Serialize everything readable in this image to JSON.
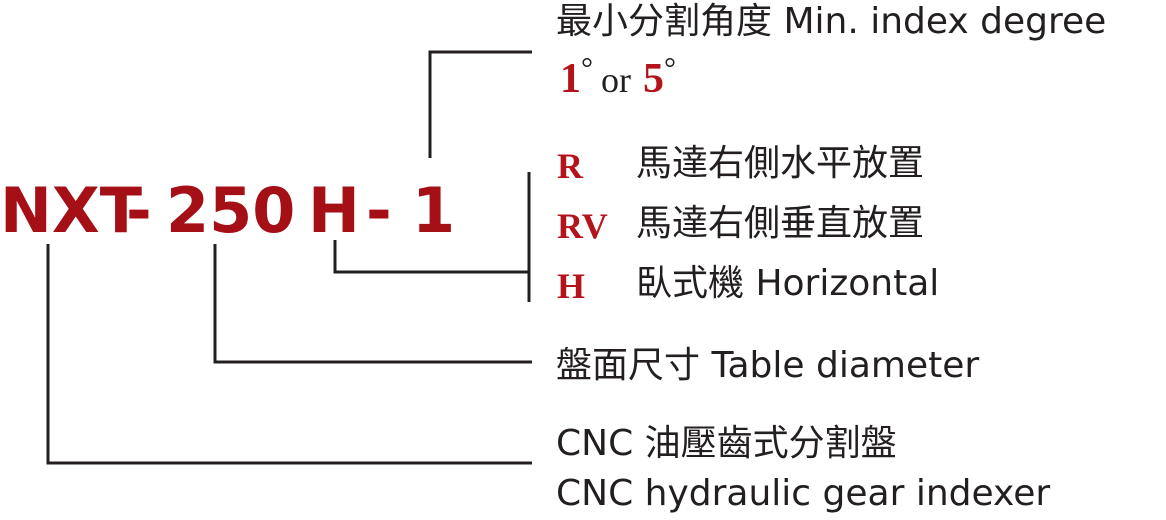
{
  "model": {
    "prefix": "NXT",
    "sep1": "-",
    "size": "250",
    "orient": "H",
    "sep2": "-",
    "index": "1"
  },
  "index_degree": {
    "label": "最小分割角度 Min. index degree",
    "opt1": "1",
    "opt1_unit": "°",
    "or": "or",
    "opt2": "5",
    "opt2_unit": "°"
  },
  "orientations": [
    {
      "code": "R",
      "desc": "馬達右側水平放置"
    },
    {
      "code": "RV",
      "desc": "馬達右側垂直放置"
    },
    {
      "code": "H",
      "desc": "臥式機 Horizontal"
    }
  ],
  "table_diameter": {
    "label": "盤面尺寸 Table diameter"
  },
  "series": {
    "line1": "CNC 油壓齒式分割盤",
    "line2": "CNC hydraulic gear indexer"
  },
  "colors": {
    "accent": "#b3141c",
    "text": "#231f20",
    "line": "#231f20"
  }
}
